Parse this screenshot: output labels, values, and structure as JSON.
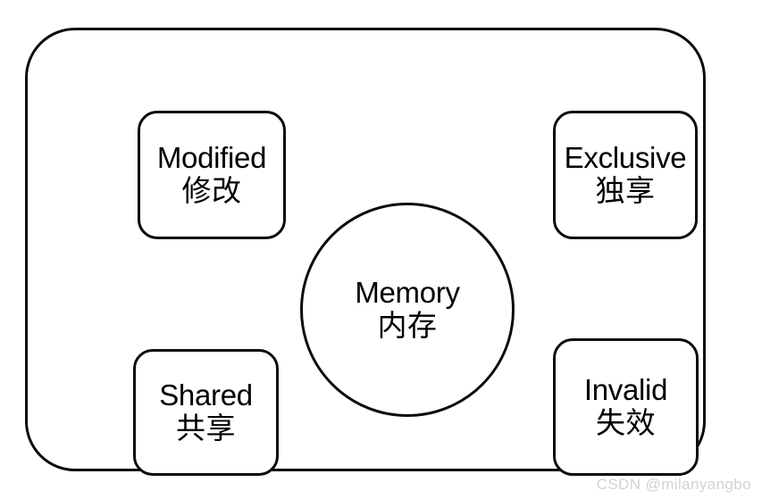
{
  "diagram": {
    "title_semantic": "mesi-cache-coherence-states",
    "background_color": "#ffffff",
    "stroke_color": "#0b0b0b",
    "outer_frame": {
      "shape": "rounded-rectangle",
      "label": ""
    },
    "center_node": {
      "shape": "circle",
      "label_en": "Memory",
      "label_zh": "内存"
    },
    "state_nodes": [
      {
        "id": "modified",
        "shape": "rounded-rectangle",
        "position": "top-left",
        "label_en": "Modified",
        "label_zh": "修改"
      },
      {
        "id": "exclusive",
        "shape": "rounded-rectangle",
        "position": "top-right",
        "label_en": "Exclusive",
        "label_zh": "独享"
      },
      {
        "id": "shared",
        "shape": "rounded-rectangle",
        "position": "bottom-left",
        "label_en": "Shared",
        "label_zh": "共享"
      },
      {
        "id": "invalid",
        "shape": "rounded-rectangle",
        "position": "bottom-right",
        "label_en": "Invalid",
        "label_zh": "失效"
      }
    ]
  },
  "watermark": {
    "text": "CSDN @milanyangbo",
    "color": "#d2d2d2"
  }
}
